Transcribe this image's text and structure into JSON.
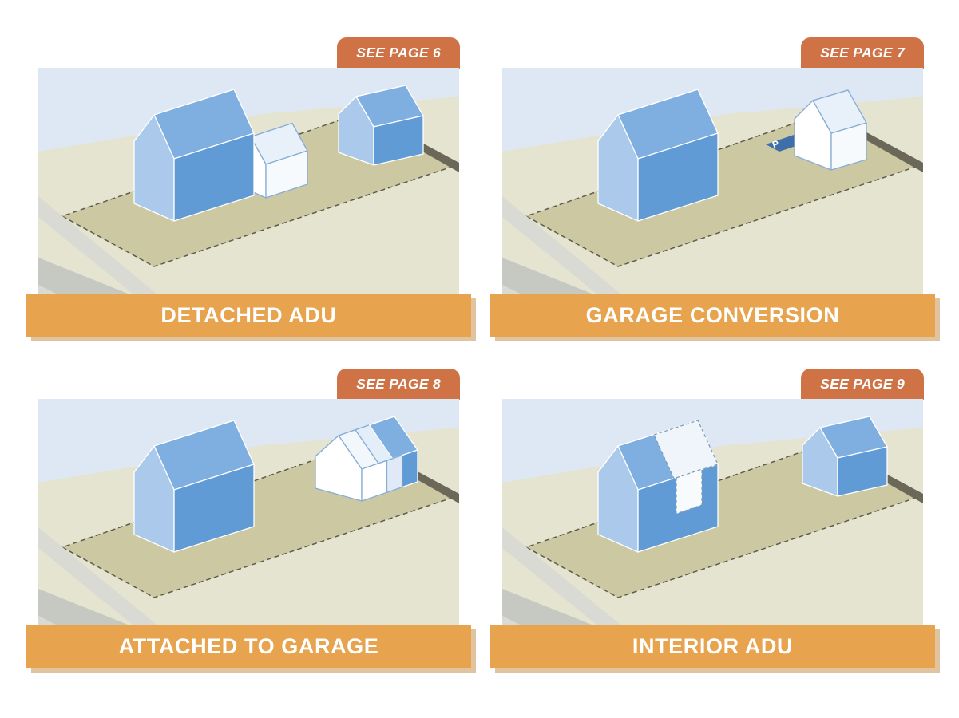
{
  "colors": {
    "page_background": "#FFFFFF",
    "banner_orange": "#E7A34E",
    "banner_shadow": "rgba(193,137,64,0.5)",
    "tag_orange": "#CF7347",
    "label_text": "#FFFFFF",
    "sky_blue": "#DDE8F4",
    "ground_tan": "#E5E4D0",
    "lot_tan": "#CBC8A2",
    "lot_border": "#5E5C4E",
    "road_gray": "#C6C9C2",
    "sidewalk_gray": "#D8DAD3",
    "rear_shadow": "#6B685A",
    "house_blue_front": "#609BD6",
    "house_blue_side": "#ABCAEB",
    "house_blue_roof_right": "#7FAEE1",
    "house_blue_roof_left": "#97BDE7",
    "house_white_side": "#FFFFFF",
    "house_white_front": "#F6FAFD",
    "house_white_roof_right": "#E8F0F9",
    "house_white_roof_left": "#F2F7FC",
    "white_outline": "#86ADD8",
    "interior_dash": "#7E99B4",
    "parking_pad_blue": "#3E6FA8"
  },
  "parking": {
    "letter": "P"
  },
  "panels": [
    {
      "tag_label": "SEE PAGE 6",
      "title": "DETACHED ADU",
      "variant": "detached"
    },
    {
      "tag_label": "SEE PAGE 7",
      "title": "GARAGE CONVERSION",
      "variant": "garage-conversion"
    },
    {
      "tag_label": "SEE PAGE 8",
      "title": "ATTACHED TO GARAGE",
      "variant": "attached-to-garage"
    },
    {
      "tag_label": "SEE PAGE 9",
      "title": "INTERIOR ADU",
      "variant": "interior-adu"
    }
  ]
}
